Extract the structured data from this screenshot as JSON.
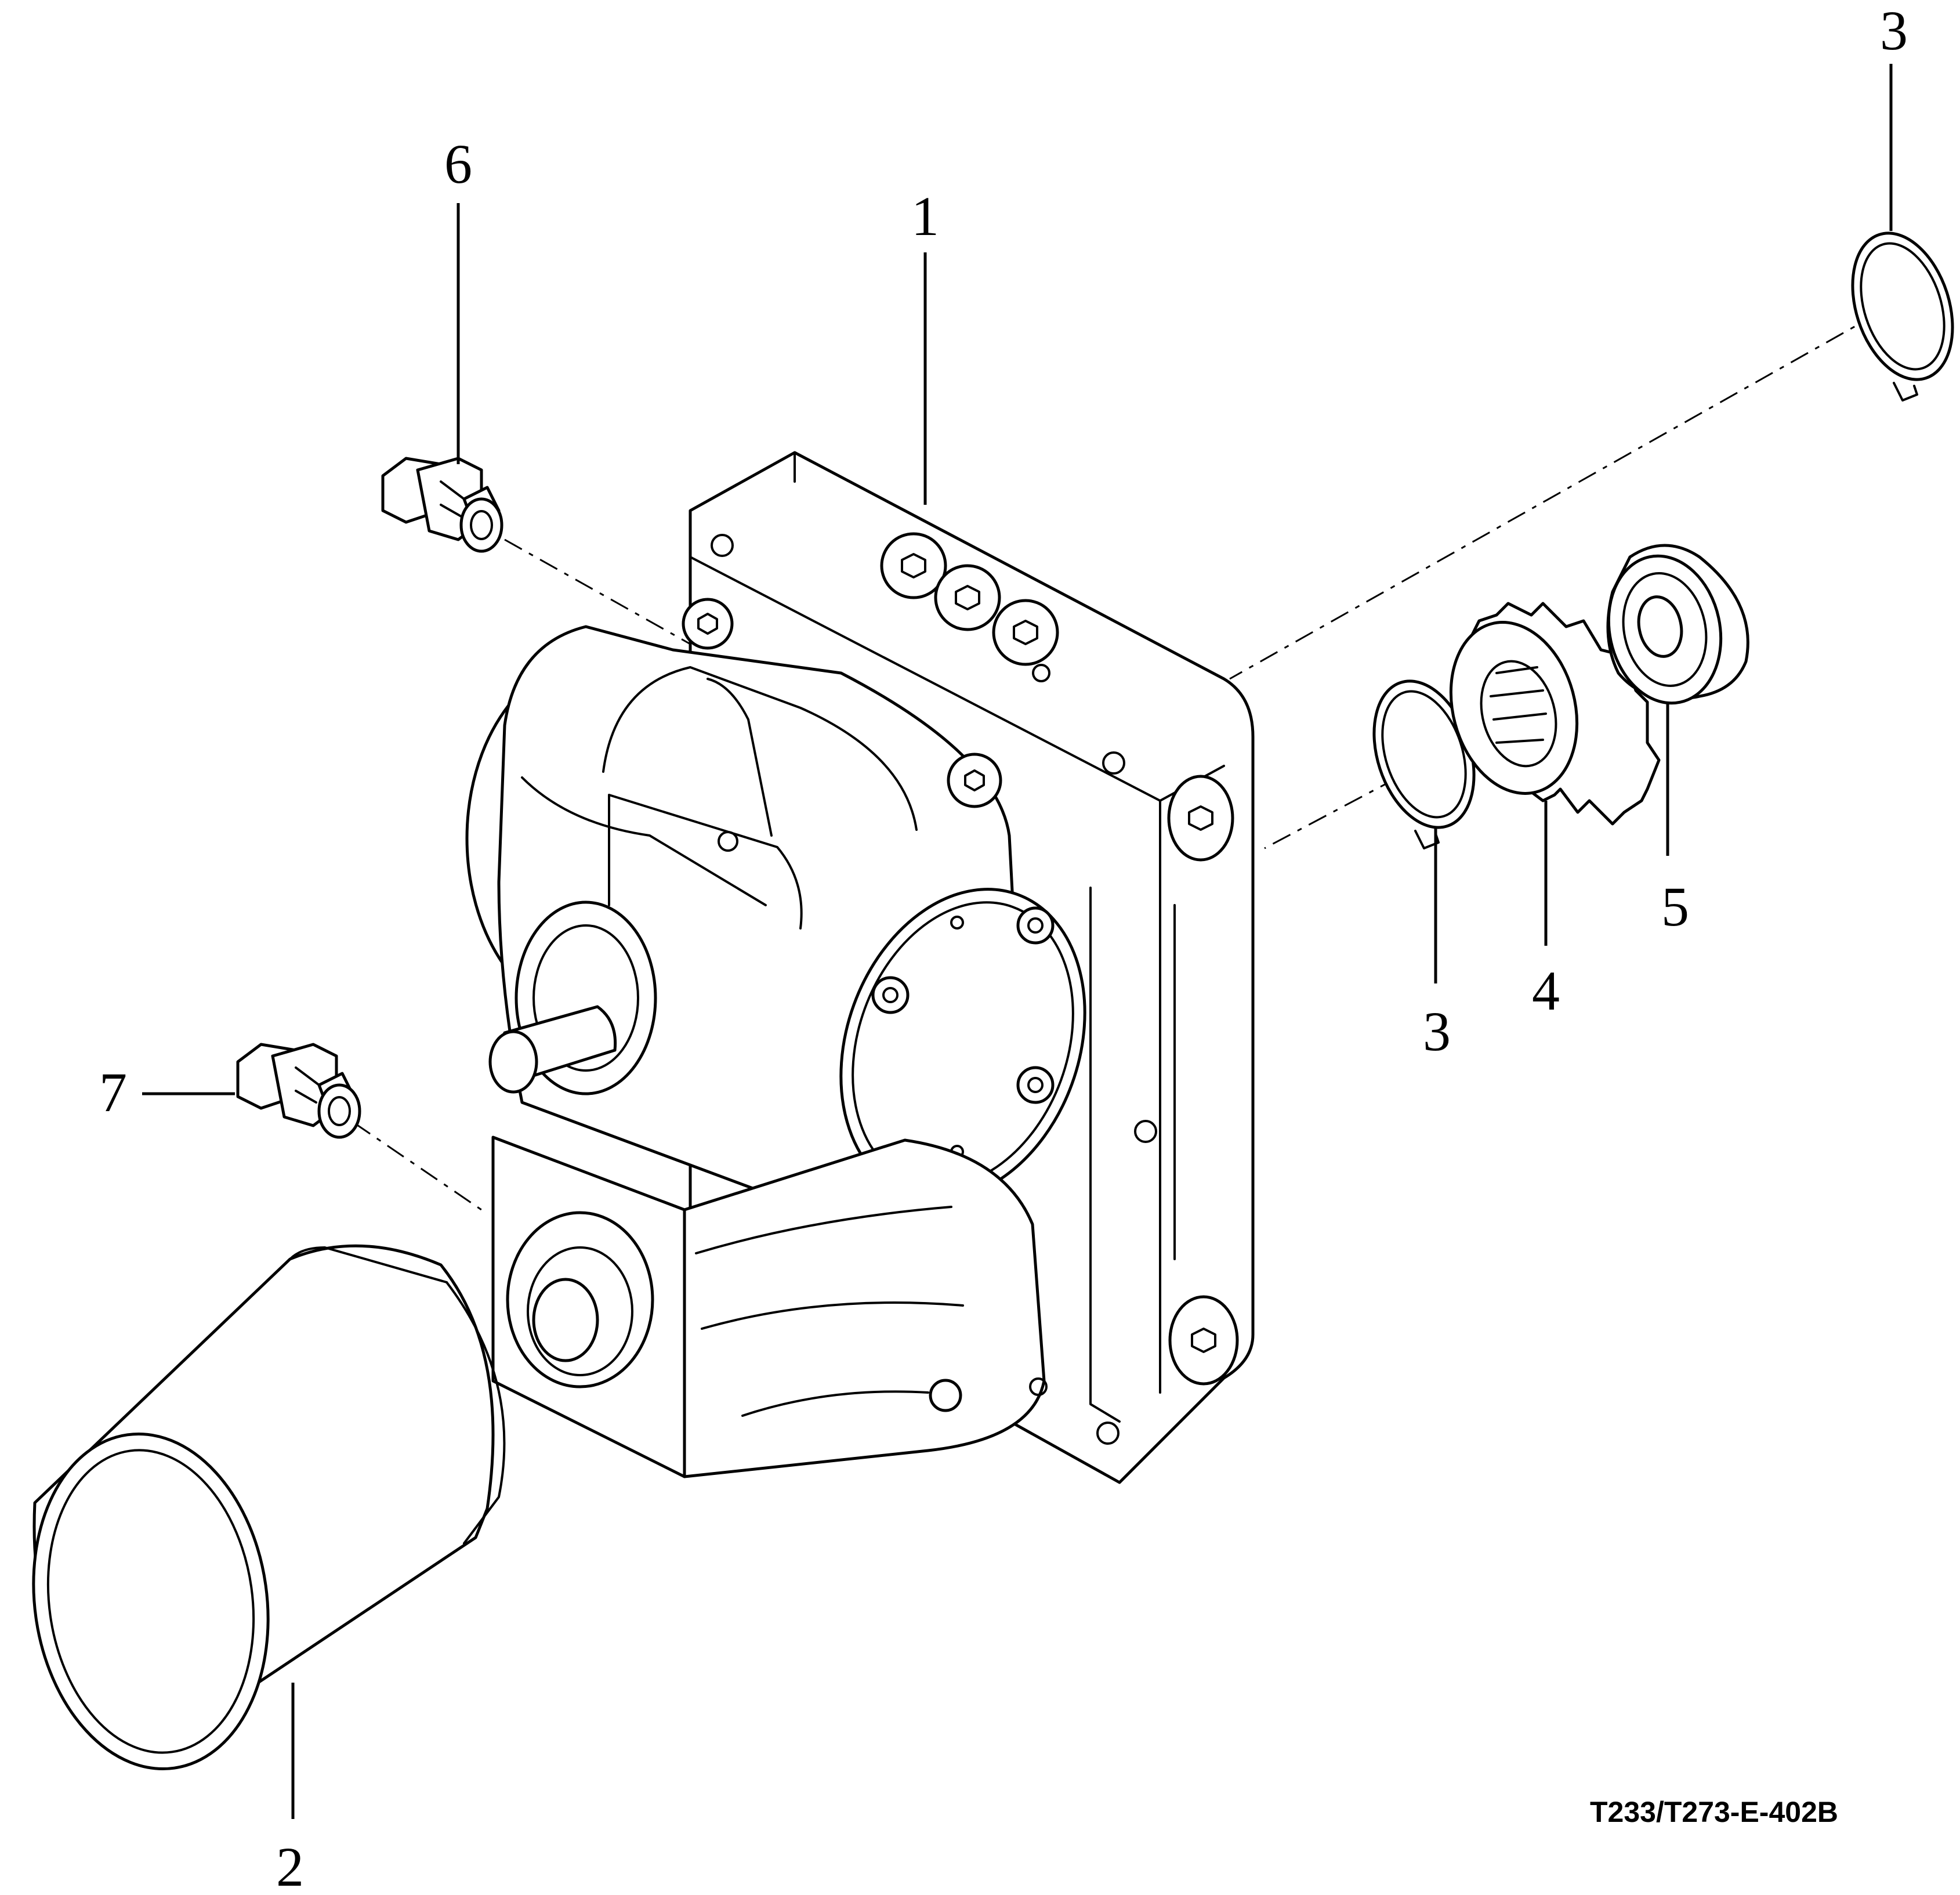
{
  "labels": {
    "part_1": "1",
    "part_2": "2",
    "part_3_top": "3",
    "part_3_bottom": "3",
    "part_4": "4",
    "part_5": "5",
    "part_6": "6",
    "part_7": "7"
  },
  "reference_code": "T233/T273-E-402B"
}
